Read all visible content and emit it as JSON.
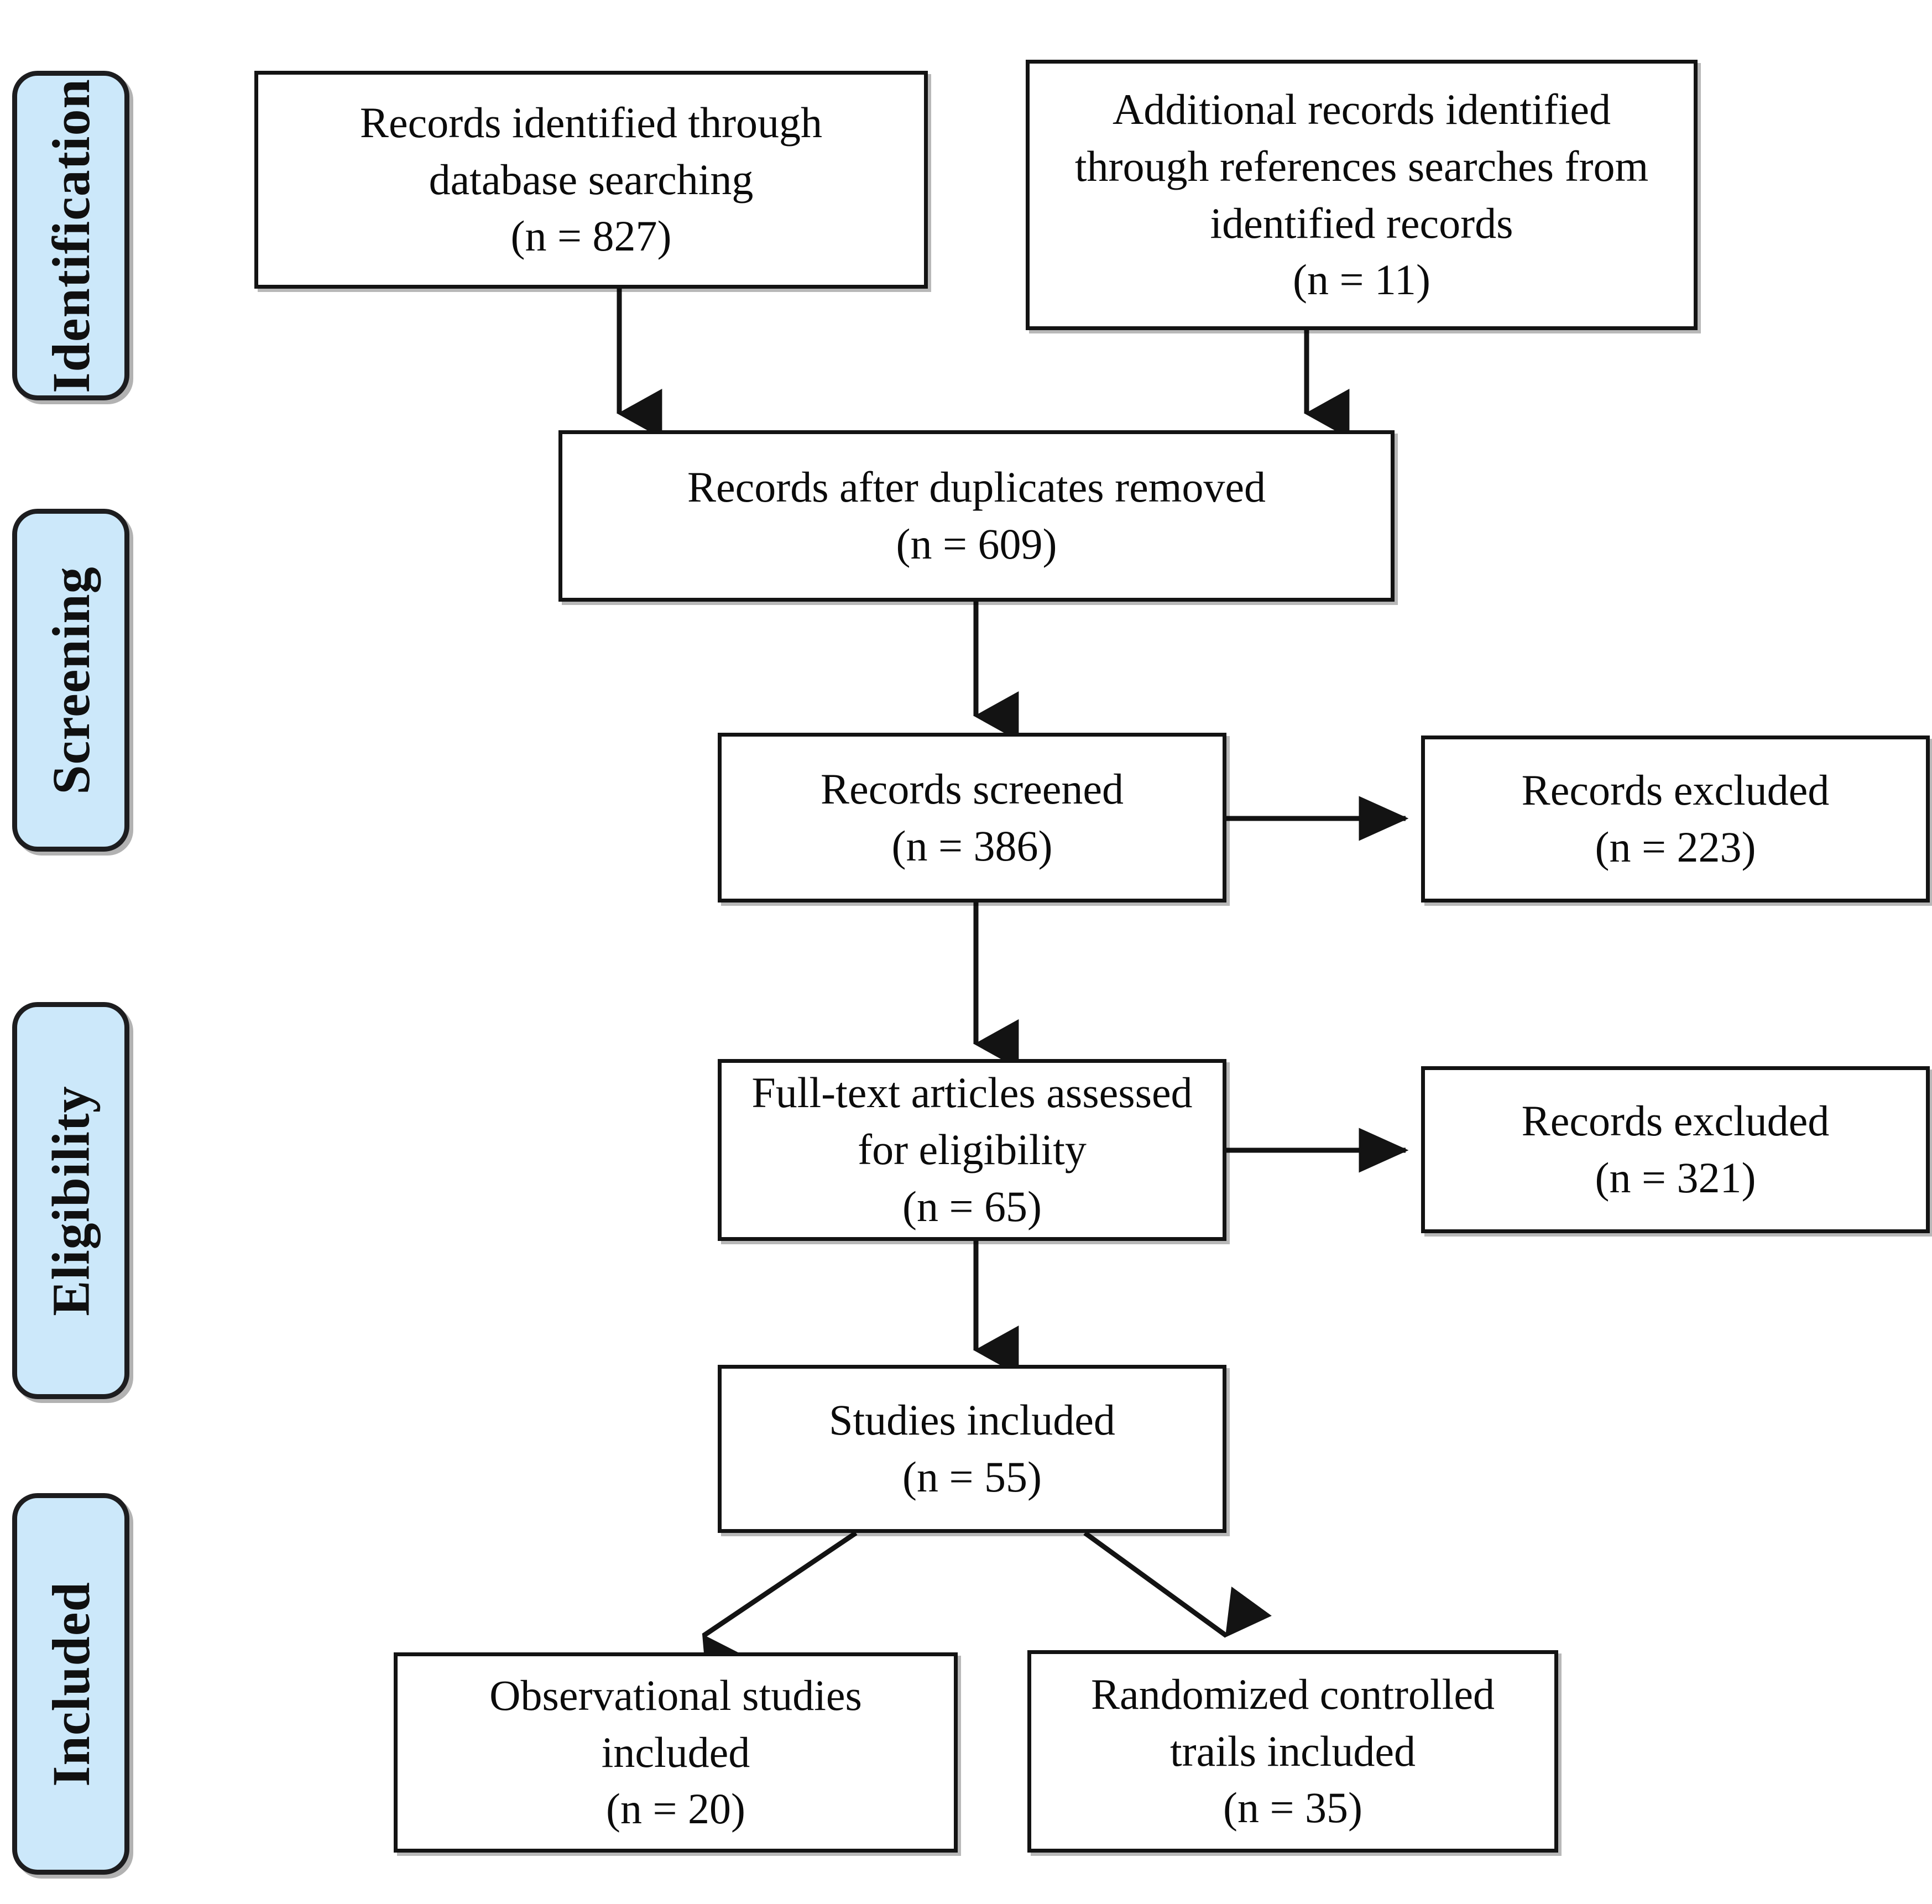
{
  "diagram": {
    "type": "PRISMA flow diagram",
    "accent_blue": "#CCE8FA",
    "line_color": "#131313",
    "stages": [
      {
        "id": "identification",
        "label": "Identification"
      },
      {
        "id": "screening",
        "label": "Screening"
      },
      {
        "id": "eligibility",
        "label": "Eligibility"
      },
      {
        "id": "included",
        "label": "Included"
      }
    ],
    "boxes": {
      "db_search": {
        "line1": "Records identified through",
        "line2": "database searching",
        "line3": "(n = 827)",
        "n": 827
      },
      "additional_records": {
        "line1": "Additional records identified",
        "line2": "through references searches from",
        "line3": "identified records",
        "line4": "(n = 11)",
        "n": 11
      },
      "duplicates_removed": {
        "line1": "Records after duplicates removed",
        "line2": "(n = 609)",
        "n": 609
      },
      "records_screened": {
        "line1": "Records screened",
        "line2": "(n = 386)",
        "n": 386
      },
      "records_excluded_screening": {
        "line1": "Records excluded",
        "line2": "(n = 223)",
        "n": 223
      },
      "fulltext_assessed": {
        "line1": "Full-text articles assessed",
        "line2": "for eligibility",
        "line3": "(n = 65)",
        "n": 65
      },
      "records_excluded_eligibility": {
        "line1": "Records excluded",
        "line2": "(n = 321)",
        "n": 321
      },
      "studies_included": {
        "line1": "Studies included",
        "line2": "(n = 55)",
        "n": 55
      },
      "observational_included": {
        "line1": "Observational studies",
        "line2": "included",
        "line3": "(n = 20)",
        "n": 20
      },
      "rct_included": {
        "line1": "Randomized controlled",
        "line2": "trails included",
        "line3": "(n = 35)",
        "n": 35
      }
    }
  }
}
